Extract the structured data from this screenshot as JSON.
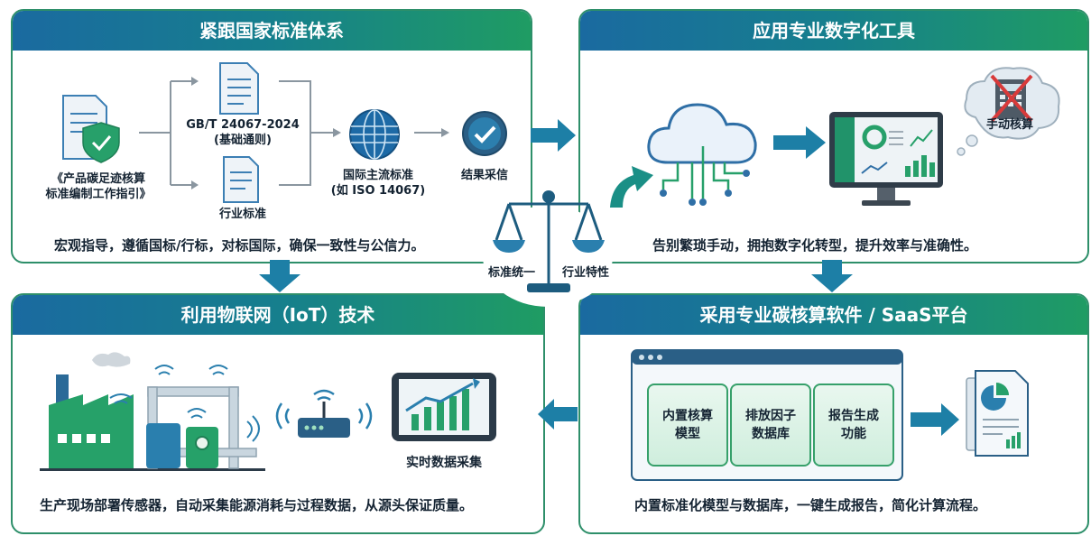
{
  "panels": {
    "top_left": {
      "title": "紧跟国家标准体系",
      "guide_doc": "《产品碳足迹核算\n标准编制工作指引》",
      "gbt_doc": "GB/T 24067-2024\n(基础通则)",
      "industry_doc": "行业标准",
      "intl_std": "国际主流标准\n(如 ISO 14067)",
      "result": "结果采信",
      "caption": "宏观指导，遵循国标/行标，对标国际，确保一致性与公信力。"
    },
    "top_right": {
      "title": "应用专业数字化工具",
      "manual_calc": "手动核算",
      "caption": "告别繁琐手动，拥抱数字化转型，提升效率与准确性。"
    },
    "bottom_left": {
      "title": "利用物联网（IoT）技术",
      "realtime": "实时数据采集",
      "caption": "生产现场部署传感器，自动采集能源消耗与过程数据，从源头保证质量。"
    },
    "bottom_right": {
      "title": "采用专业碳核算软件 / SaaS平台",
      "modules": [
        "内置核算\n模型",
        "排放因子\n数据库",
        "报告生成\n功能"
      ],
      "caption": "内置标准化模型与数据库，一键生成报告，简化计算流程。"
    }
  },
  "center": {
    "left_label": "标准统一",
    "right_label": "行业特性"
  },
  "colors": {
    "header_start": "#1a6aa0",
    "header_end": "#1f9c63",
    "border": "#2e8f6a",
    "arrow": "#1d7fa6"
  }
}
